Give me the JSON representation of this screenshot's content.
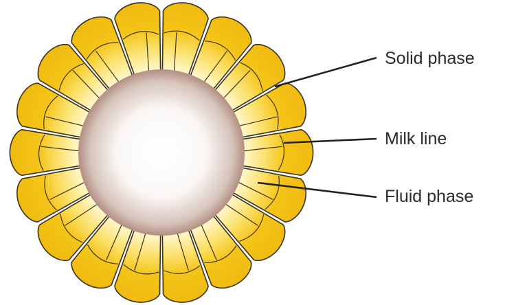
{
  "labels": {
    "solid_phase": "Solid phase",
    "milk_line": "Milk line",
    "fluid_phase": "Fluid phase"
  },
  "colors": {
    "kernel_solid": "#f4c418",
    "kernel_outline": "#3a3218",
    "kernel_fluid": "#fff6c8",
    "pith_center": "#ffffff",
    "pith_edge": "#b08a7c",
    "leader_line": "#222222"
  },
  "diagram": {
    "subject": "cross-section of corn cob showing kernel milk line",
    "kernel_count": 18
  }
}
